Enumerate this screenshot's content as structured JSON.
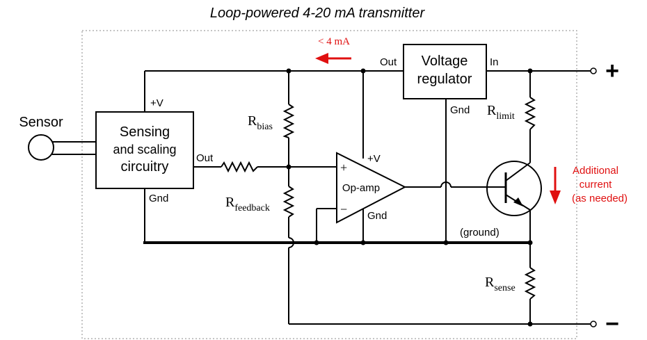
{
  "title": "Loop-powered 4-20 mA transmitter",
  "labels": {
    "sensor": "Sensor",
    "sensing_line1": "Sensing",
    "sensing_line2": "and scaling",
    "sensing_line3": "circuitry",
    "sensing_vplus": "+V",
    "sensing_out": "Out",
    "sensing_gnd": "Gnd",
    "r_bias_main": "R",
    "r_bias_sub": "bias",
    "r_feedback_main": "R",
    "r_feedback_sub": "feedback",
    "opamp": "Op-amp",
    "opamp_plus": "+",
    "opamp_minus": "−",
    "opamp_vplus": "+V",
    "opamp_gnd": "Gnd",
    "vreg_line1": "Voltage",
    "vreg_line2": "regulator",
    "vreg_out": "Out",
    "vreg_in": "In",
    "vreg_gnd": "Gnd",
    "r_limit_main": "R",
    "r_limit_sub": "limit",
    "r_sense_main": "R",
    "r_sense_sub": "sense",
    "ground": "(ground)",
    "current_small": "< 4 mA",
    "additional_line1": "Additional",
    "additional_line2": "current",
    "additional_line3": "(as needed)",
    "terminal_plus": "+",
    "terminal_minus": "−"
  },
  "colors": {
    "wire": "#000000",
    "annotation": "#e01010"
  }
}
